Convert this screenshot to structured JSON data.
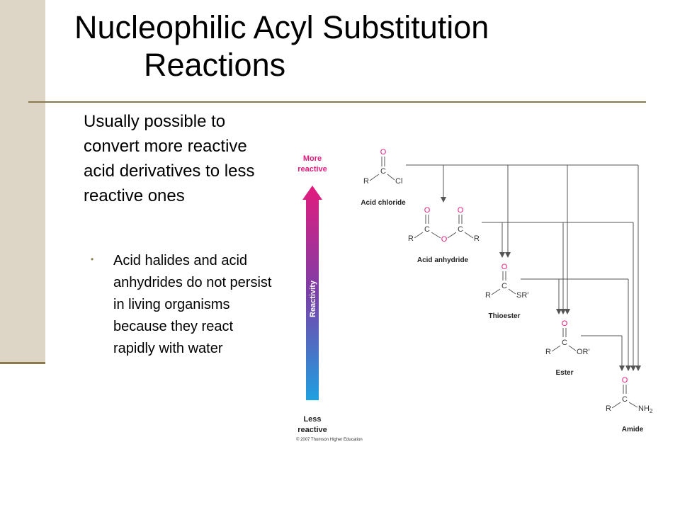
{
  "slide": {
    "title_line1": "Nucleophilic Acyl Substitution",
    "title_line2": "Reactions",
    "bullet": "Usually possible to convert more reactive acid derivatives to less reactive ones",
    "subbullet": "Acid halides and acid anhydrides do not persist in living organisms because they react rapidly with water"
  },
  "figure": {
    "more_line1": "More",
    "more_line2": "reactive",
    "less_line1": "Less",
    "less_line2": "reactive",
    "axis_label": "Reactivity",
    "copyright": "© 2007 Thomson Higher Education",
    "compounds": {
      "acid_chloride": "Acid chloride",
      "acid_anhydride": "Acid anhydride",
      "thioester": "Thioester",
      "ester": "Ester",
      "amide": "Amide"
    },
    "atoms": {
      "o": "O",
      "c": "C",
      "r": "R",
      "cl": "Cl",
      "sr": "SR′",
      "or": "OR′",
      "nh": "NH",
      "sub2": "2"
    },
    "colors": {
      "gradient_top": "#e31b7d",
      "gradient_mid": "#7b3fa8",
      "gradient_bottom": "#1fa0e0",
      "oxygen": "#e31b7d",
      "bond": "#555555"
    }
  }
}
